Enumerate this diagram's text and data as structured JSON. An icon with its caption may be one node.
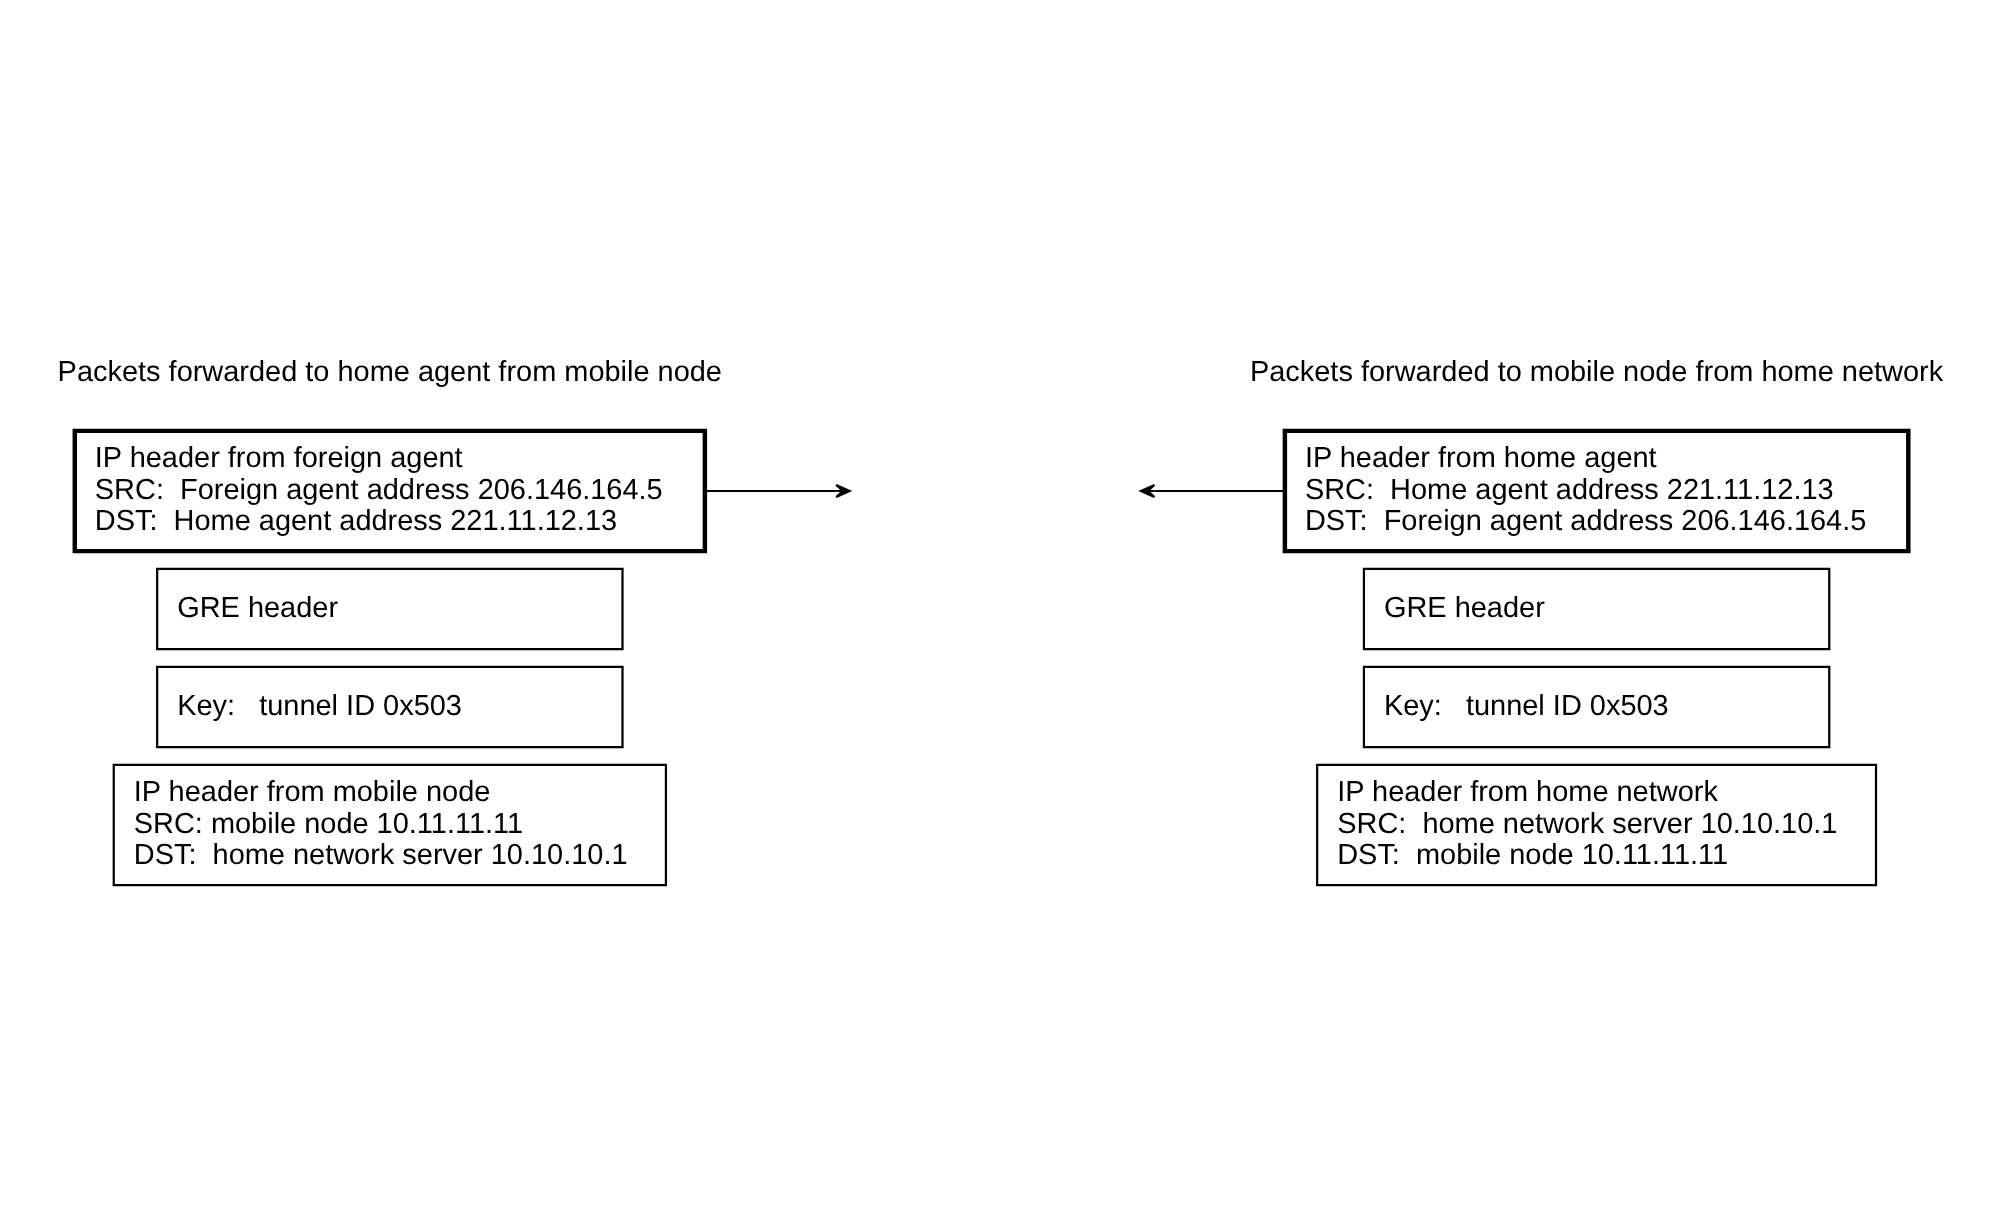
{
  "diagram": {
    "nodes": [
      {
        "text": [
          "IP header from foreign agent",
          "SRC:  Foreign agent address 206.146.164.5",
          "DST:  Home agent address 221.11.12.13"
        ]
      },
      {
        "text": [
          "GRE header"
        ]
      },
      {
        "text": [
          "Key:   tunnel ID 0x503"
        ]
      },
      {
        "text": [
          "IP header from mobile node",
          "SRC: mobile node 10.11.11.11",
          "DST:  home network server 10.10.10.1"
        ]
      },
      {
        "text": [
          "IP header from home agent",
          "SRC:  Home agent address 221.11.12.13",
          "DST:  Foreign agent address 206.146.164.5"
        ]
      },
      {
        "text": [
          "GRE header"
        ]
      },
      {
        "text": [
          "Key:   tunnel ID 0x503"
        ]
      },
      {
        "text": [
          "IP header from home network",
          "SRC:  home network server 10.10.10.1",
          "DST:  mobile node 10.11.11.11"
        ]
      }
    ],
    "edges": [
      {
        "from": 0,
        "to": null,
        "arrow": "to"
      },
      {
        "from": 4,
        "to": null,
        "arrow": "to"
      }
    ],
    "labels": [
      "Packets forwarded to home agent from mobile node",
      "Packets forwarded to mobile node from home network"
    ]
  }
}
